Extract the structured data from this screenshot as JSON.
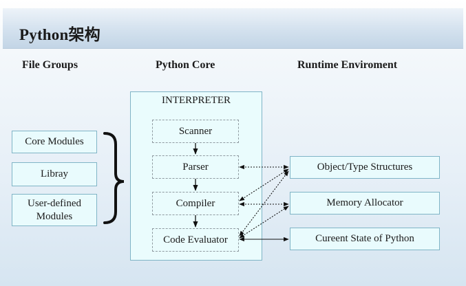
{
  "title": "Python架构",
  "columns": {
    "file_groups": "File Groups",
    "python_core": "Python Core",
    "runtime": "Runtime Enviroment"
  },
  "file_groups": [
    "Core Modules",
    "Libray",
    "User-defined Modules"
  ],
  "interpreter": {
    "label": "INTERPRETER",
    "stages": [
      "Scanner",
      "Parser",
      "Compiler",
      "Code Evaluator"
    ]
  },
  "runtime": [
    "Object/Type Structures",
    "Memory Allocator",
    "Cureent State of Python"
  ]
}
